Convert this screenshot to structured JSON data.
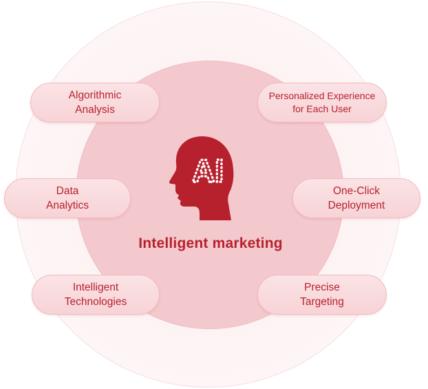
{
  "diagram": {
    "center": {
      "icon_text": "AI",
      "label": "Intelligent marketing"
    },
    "left_items": [
      {
        "label": "Algorithmic\nAnalysis"
      },
      {
        "label": "Data\nAnalytics"
      },
      {
        "label": "Intelligent\nTechnologies"
      }
    ],
    "right_items": [
      {
        "label": "Personalized Experience\nfor Each User"
      },
      {
        "label": "One-Click\nDeployment"
      },
      {
        "label": "Precise\nTargeting"
      }
    ],
    "colors": {
      "accent": "#b7212e",
      "pill_fill": "#f7d3d6",
      "inner_circle": "#f3c9cd",
      "outer_ring": "#fdf4f5"
    }
  }
}
